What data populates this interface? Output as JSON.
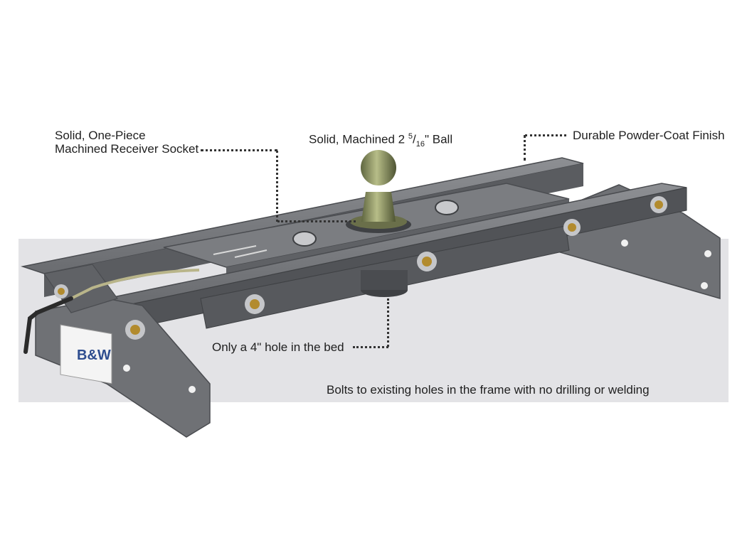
{
  "callouts": {
    "receiver_socket_line1": "Solid, One-Piece",
    "receiver_socket_line2": "Machined Receiver Socket",
    "ball_prefix": "Solid, Machined 2 ",
    "ball_num": "5",
    "ball_sep": "/",
    "ball_den": "16",
    "ball_suffix": "\" Ball",
    "finish": "Durable Powder-Coat Finish",
    "hole": "Only a 4\" hole in the bed",
    "bolts": "Bolts to existing holes in the frame with no drilling or welding"
  },
  "logo": {
    "text": "B&W"
  },
  "colors": {
    "band": "#e3e3e6",
    "steel": "#6d6f73",
    "steel_dark": "#4b4d51",
    "steel_light": "#8a8c90",
    "ball": "#8a8f5c"
  }
}
